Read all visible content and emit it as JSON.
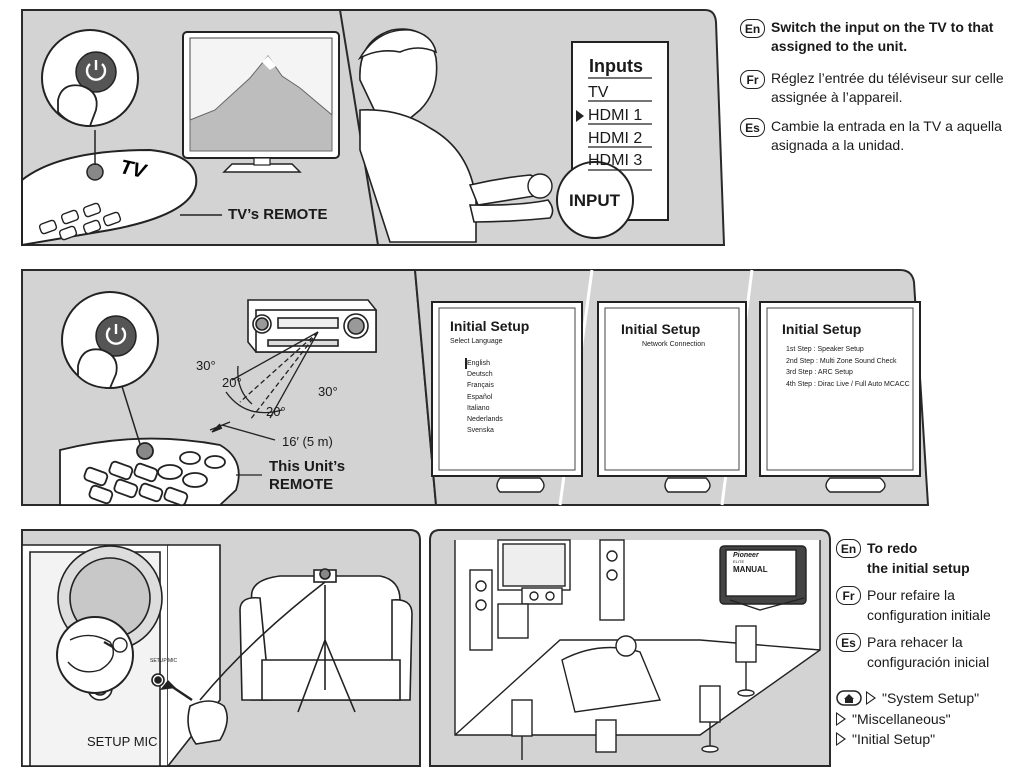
{
  "panel1": {
    "label_remote": "TV’s REMOTE",
    "tv_logo": "TV"
  },
  "panel2": {
    "inputs_title": "Inputs",
    "inputs": [
      "TV",
      "HDMI 1",
      "HDMI 2",
      "HDMI 3"
    ],
    "input_button": "INPUT"
  },
  "instructions_top": [
    {
      "lang": "En",
      "text": "Switch the input on the TV to that assigned to the unit.",
      "lines": [
        "Switch the input on the TV to that",
        "assigned to the unit."
      ]
    },
    {
      "lang": "Fr",
      "lines": [
        "Réglez l’entrée du téléviseur sur celle",
        "assignée à l’appareil."
      ]
    },
    {
      "lang": "Es",
      "lines": [
        "Cambie la entrada en la TV a aquella",
        "asignada a la unidad."
      ]
    }
  ],
  "panel3": {
    "angles": [
      "30°",
      "20°",
      "30°",
      "20°"
    ],
    "distance": "16′ (5 m)",
    "remote_label_lines": [
      "This Unit’s",
      "REMOTE"
    ]
  },
  "screen1": {
    "title": "Initial Setup",
    "subtitle": "Select Language",
    "languages": [
      "English",
      "Deutsch",
      "Français",
      "Español",
      "Italiano",
      "Nederlands",
      "Svenska"
    ]
  },
  "screen2": {
    "title": "Initial Setup",
    "subtitle": "Network Connection"
  },
  "screen3": {
    "title": "Initial Setup",
    "steps": [
      "1st Step : Speaker Setup",
      "2nd Step : Multi Zone Sound Check",
      "3rd Step : ARC Setup",
      "4th Step : Dirac Live / Full Auto MCACC"
    ]
  },
  "panel6": {
    "mic_label": "SETUP MIC",
    "jack_label": "SETUP MIC"
  },
  "panel7": {
    "manual_brand": "Pioneer",
    "manual_sub": "ELITE",
    "manual_label": "MANUAL"
  },
  "instructions_bottom": [
    {
      "lang": "En",
      "lines": [
        "To redo",
        "the initial setup"
      ]
    },
    {
      "lang": "Fr",
      "lines": [
        "Pour refaire la",
        "configuration initiale"
      ]
    },
    {
      "lang": "Es",
      "lines": [
        "Para rehacer la",
        "configuración inicial"
      ]
    }
  ],
  "menu_path": [
    "\"System Setup\"",
    "\"Miscellaneous\"",
    "\"Initial Setup\""
  ],
  "colors": {
    "panel_bg": "#d2d2d2",
    "panel_border": "#2a2a2a",
    "screen_bg": "#ffffff"
  }
}
